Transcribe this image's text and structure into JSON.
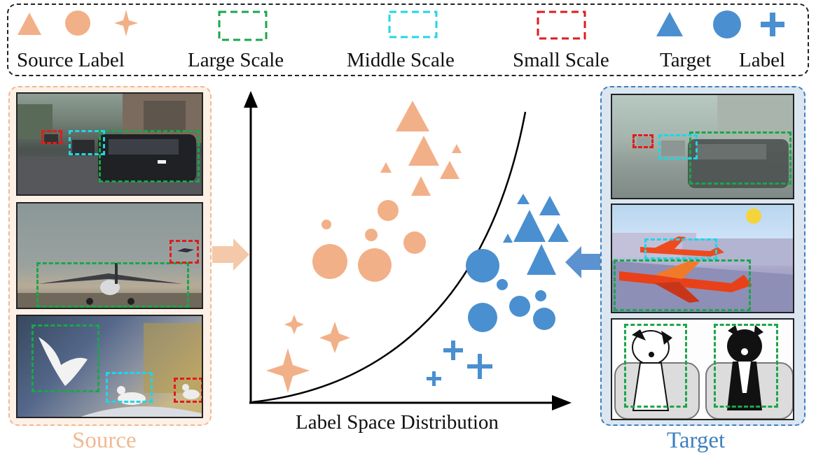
{
  "legend": {
    "source_label": "Source Label",
    "large_scale": "Large Scale",
    "middle_scale": "Middle Scale",
    "small_scale": "Small Scale",
    "target": "Target",
    "label": "Label"
  },
  "axis": {
    "x_label": "Label Space Distribution"
  },
  "panels": {
    "source_title": "Source",
    "target_title": "Target"
  },
  "colors": {
    "source": "#f2b088",
    "target": "#4a8fd0",
    "large_scale": "#1aa64a",
    "middle_scale": "#1fd6e6",
    "small_scale": "#e01b1b",
    "source_title": "#f0b993",
    "target_title": "#3f7fbf"
  },
  "thumbnails": {
    "source": [
      "street-car-scene",
      "airplane-landing",
      "seagulls-flying"
    ],
    "target": [
      "foggy-car-scene",
      "cartoon-airplanes",
      "cartoon-dogs"
    ]
  }
}
